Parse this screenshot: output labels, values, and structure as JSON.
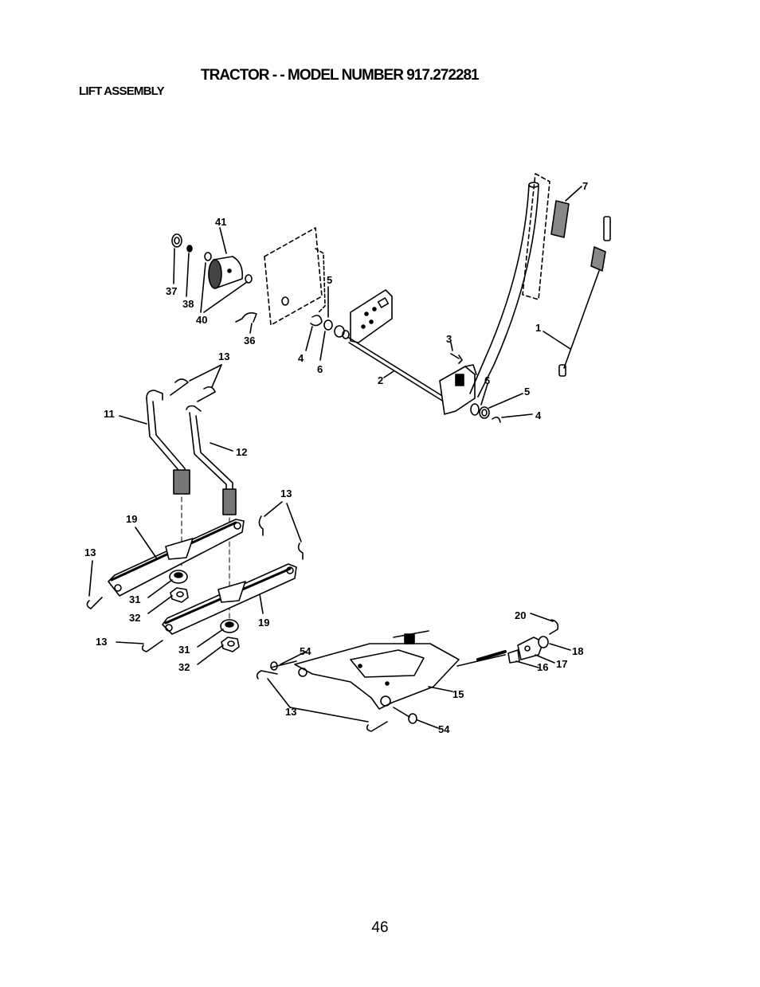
{
  "header": {
    "title": "TRACTOR - - MODEL NUMBER 917.272281",
    "section": "LIFT ASSEMBLY"
  },
  "footer": {
    "page_number": "46"
  },
  "callouts": {
    "c41": "41",
    "c37": "37",
    "c38": "38",
    "c40": "40",
    "c36": "36",
    "c5a": "5",
    "c4a": "4",
    "c6a": "6",
    "c3": "3",
    "c2": "2",
    "c7": "7",
    "c1": "1",
    "c6b": "6",
    "c5b": "5",
    "c4b": "4",
    "c13a": "13",
    "c11": "11",
    "c12": "12",
    "c13b": "13",
    "c19a": "19",
    "c13c": "13",
    "c31a": "31",
    "c32a": "32",
    "c19b": "19",
    "c13d": "13",
    "c31b": "31",
    "c32b": "32",
    "c20": "20",
    "c18": "18",
    "c17": "17",
    "c16": "16",
    "c54a": "54",
    "c15": "15",
    "c13e": "13",
    "c54b": "54"
  }
}
